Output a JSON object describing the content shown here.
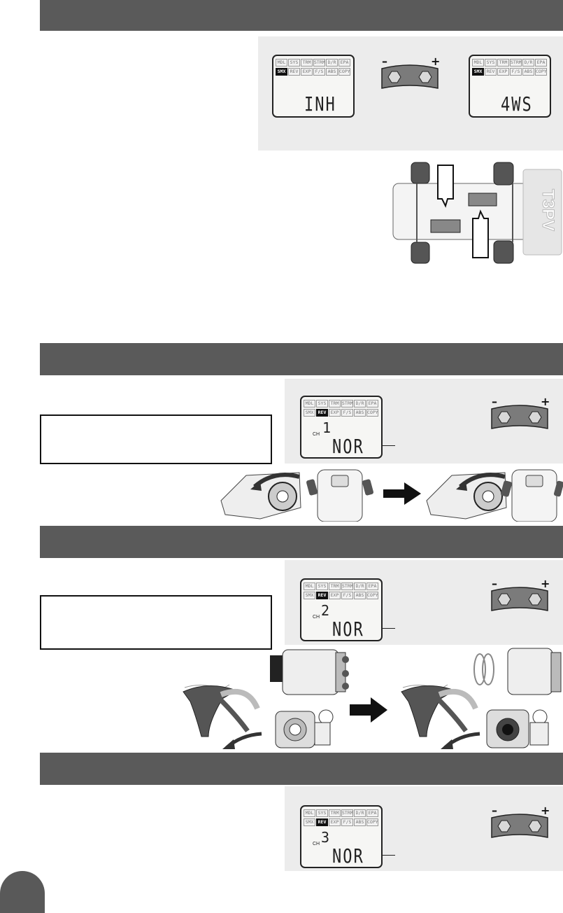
{
  "colors": {
    "header_bar": "#5a5a5a",
    "panel": "#ececec",
    "lcd_bg": "#f6f6f4",
    "tab": "#595959"
  },
  "menu_rows": [
    [
      "MDL",
      "SYS",
      "TRM",
      "STRM",
      "D/R",
      "EPA"
    ],
    [
      "SMX",
      "REV",
      "EXP",
      "F/S",
      "ABS",
      "COPY"
    ]
  ],
  "button": {
    "minus": "–",
    "plus": "+"
  },
  "section1": {
    "lcd_left": {
      "active": "SMX",
      "value": "INH"
    },
    "lcd_right": {
      "active": "SMX",
      "value": "4WS"
    },
    "car_label": "T3PV"
  },
  "section2": {
    "lcd": {
      "active": "REV",
      "ch_label": "CH",
      "ch_num": "1",
      "value": "NOR"
    }
  },
  "section3": {
    "lcd": {
      "active": "REV",
      "ch_label": "CH",
      "ch_num": "2",
      "value": "NOR"
    }
  },
  "section4": {
    "lcd": {
      "active": "REV",
      "ch_label": "CH",
      "ch_num": "3",
      "value": "NOR"
    }
  },
  "icons": [
    "arrow-right-icon",
    "steering-wheel-icon",
    "trigger-icon",
    "motor-icon",
    "engine-carburetor-icon",
    "car-top-view-icon"
  ]
}
